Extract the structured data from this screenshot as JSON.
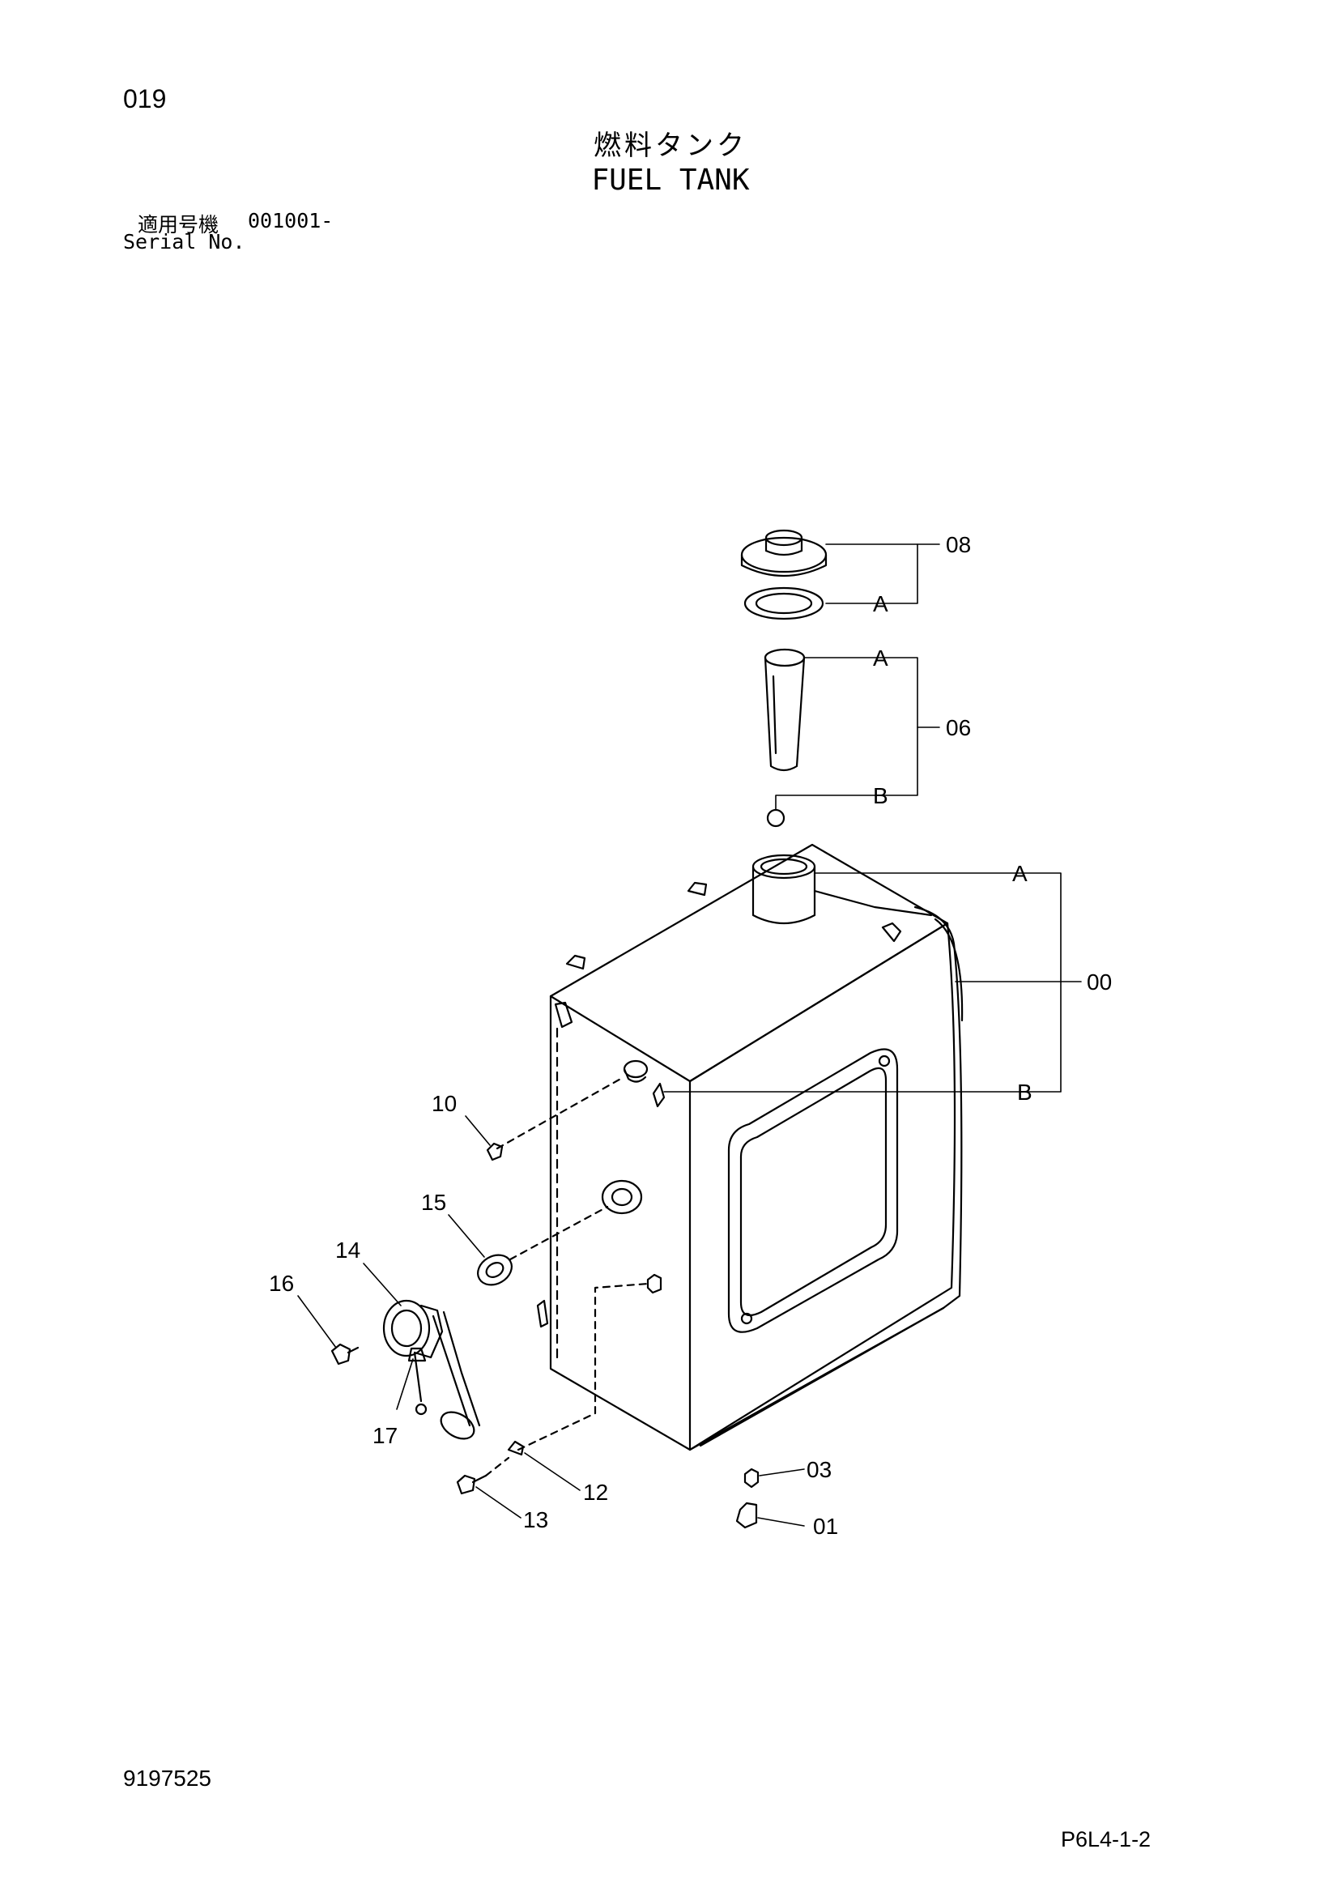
{
  "header": {
    "page_number": "019",
    "title_jp": "燃料タンク",
    "title_en": "FUEL TANK",
    "serial_label_jp": "適用号機",
    "serial_value": "001001-",
    "serial_label_en": "Serial No."
  },
  "footer": {
    "document_number": "9197525",
    "page_code": "P6L4-1-2"
  },
  "callouts": {
    "p08": "08",
    "p06": "06",
    "p00": "00",
    "p10": "10",
    "p15": "15",
    "p14": "14",
    "p16": "16",
    "p17": "17",
    "p12": "12",
    "p13": "13",
    "p03": "03",
    "p01": "01",
    "a1": "A",
    "a2": "A",
    "a3": "A",
    "b1": "B",
    "b2": "B"
  }
}
